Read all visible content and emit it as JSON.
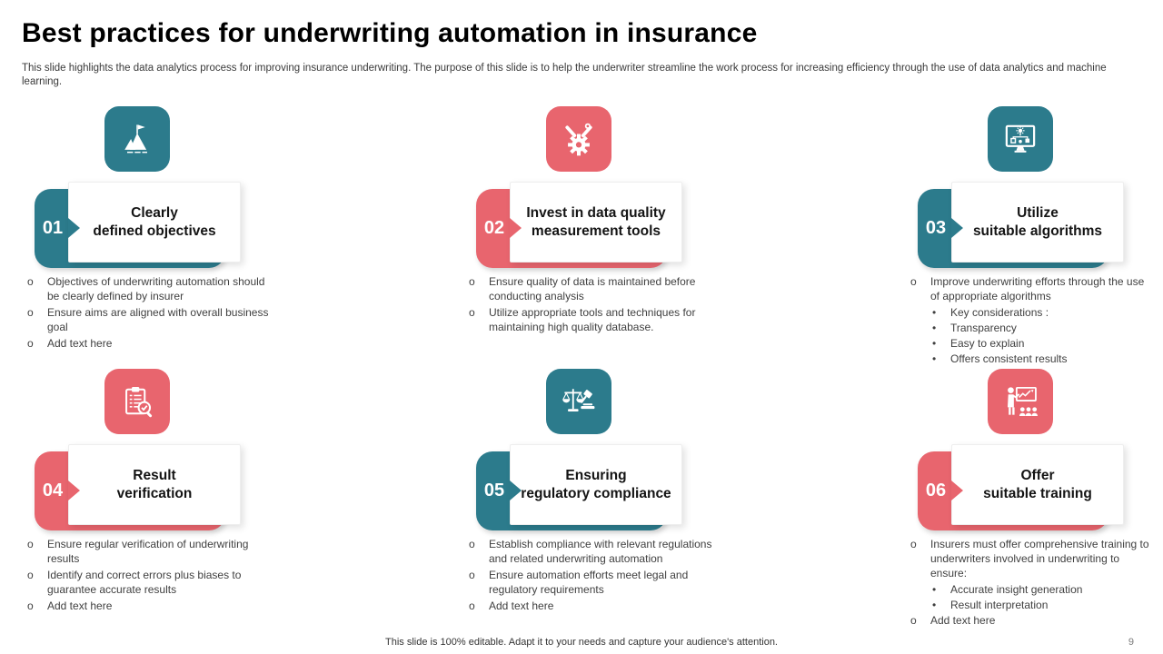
{
  "slide": {
    "title": "Best practices for underwriting automation in insurance",
    "subtitle": "This slide highlights the data analytics process for improving insurance underwriting. The purpose of this slide is to help the underwriter streamline the work process for increasing efficiency through the use of data analytics and machine learning.",
    "footer": "This slide is 100% editable. Adapt it to your needs and capture your audience's attention.",
    "page_number": "9"
  },
  "colors": {
    "teal": "#2c7b8c",
    "coral": "#e8656e"
  },
  "markers": {
    "l1": "o",
    "l2": "•"
  },
  "cards": [
    {
      "number": "01",
      "title_line1": "Clearly",
      "title_line2": "defined objectives",
      "accent": "teal",
      "icon": "mountain-flag-icon",
      "bullets": [
        {
          "text": "Objectives of underwriting automation should be clearly defined by insurer"
        },
        {
          "text": "Ensure aims are aligned with overall business goal"
        },
        {
          "text": "Add text here"
        }
      ]
    },
    {
      "number": "02",
      "title_line1": "Invest in data quality",
      "title_line2": "measurement tools",
      "accent": "coral",
      "icon": "gear-tools-icon",
      "bullets": [
        {
          "text": "Ensure quality of data is maintained before conducting analysis"
        },
        {
          "text": "Utilize appropriate tools and techniques for maintaining high quality database."
        }
      ]
    },
    {
      "number": "03",
      "title_line1": "Utilize",
      "title_line2": "suitable algorithms",
      "accent": "teal",
      "icon": "monitor-algorithm-icon",
      "bullets": [
        {
          "text": "Improve underwriting efforts through the use of appropriate algorithms",
          "subs": [
            "Key considerations :",
            "Transparency",
            "Easy to explain",
            "Offers consistent results"
          ]
        }
      ]
    },
    {
      "number": "04",
      "title_line1": "Result",
      "title_line2": "verification",
      "accent": "coral",
      "icon": "checklist-magnifier-icon",
      "bullets": [
        {
          "text": "Ensure regular verification of underwriting results"
        },
        {
          "text": "Identify and correct errors plus biases to guarantee accurate results"
        },
        {
          "text": "Add text here"
        }
      ]
    },
    {
      "number": "05",
      "title_line1": "Ensuring",
      "title_line2": "regulatory compliance",
      "accent": "teal",
      "icon": "scales-gavel-icon",
      "bullets": [
        {
          "text": "Establish compliance with relevant regulations and related underwriting automation"
        },
        {
          "text": "Ensure automation efforts meet legal and regulatory requirements"
        },
        {
          "text": "Add text here"
        }
      ]
    },
    {
      "number": "06",
      "title_line1": "Offer",
      "title_line2": "suitable training",
      "accent": "coral",
      "icon": "trainer-presentation-icon",
      "bullets": [
        {
          "text": "Insurers must offer comprehensive training to underwriters involved in underwriting to ensure:",
          "subs": [
            "Accurate insight generation",
            "Result interpretation"
          ]
        },
        {
          "text": "Add text here"
        }
      ]
    }
  ]
}
